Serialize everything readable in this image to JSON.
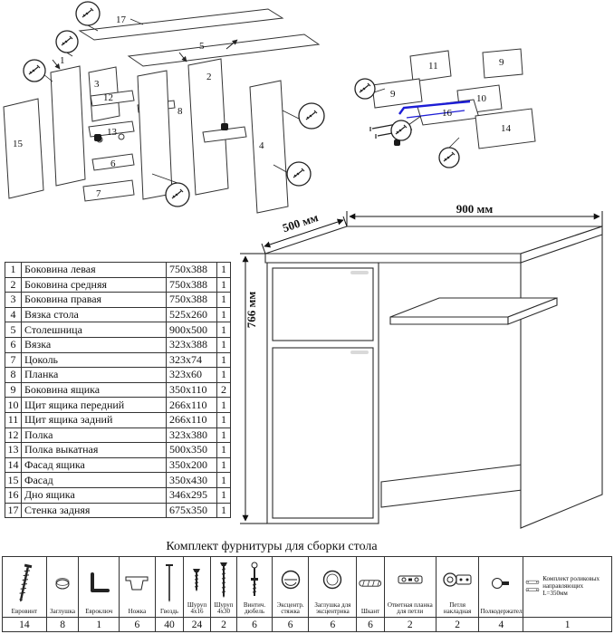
{
  "parts_table": {
    "rows": [
      {
        "num": "1",
        "name": "Боковина левая",
        "size": "750x388",
        "qty": "1"
      },
      {
        "num": "2",
        "name": "Боковина средняя",
        "size": "750x388",
        "qty": "1"
      },
      {
        "num": "3",
        "name": "Боковина правая",
        "size": "750x388",
        "qty": "1"
      },
      {
        "num": "4",
        "name": "Вязка стола",
        "size": "525x260",
        "qty": "1"
      },
      {
        "num": "5",
        "name": "Столешница",
        "size": "900x500",
        "qty": "1"
      },
      {
        "num": "6",
        "name": "Вязка",
        "size": "323x388",
        "qty": "1"
      },
      {
        "num": "7",
        "name": "Цоколь",
        "size": "323x74",
        "qty": "1"
      },
      {
        "num": "8",
        "name": "Планка",
        "size": "323x60",
        "qty": "1"
      },
      {
        "num": "9",
        "name": "Боковина ящика",
        "size": "350x110",
        "qty": "2"
      },
      {
        "num": "10",
        "name": "Щит ящика передний",
        "size": "266x110",
        "qty": "1"
      },
      {
        "num": "11",
        "name": "Щит ящика задний",
        "size": "266x110",
        "qty": "1"
      },
      {
        "num": "12",
        "name": "Полка",
        "size": "323x380",
        "qty": "1"
      },
      {
        "num": "13",
        "name": "Полка выкатная",
        "size": "500x350",
        "qty": "1"
      },
      {
        "num": "14",
        "name": "Фасад ящика",
        "size": "350x200",
        "qty": "1"
      },
      {
        "num": "15",
        "name": "Фасад",
        "size": "350x430",
        "qty": "1"
      },
      {
        "num": "16",
        "name": "Дно ящика",
        "size": "346x295",
        "qty": "1"
      },
      {
        "num": "17",
        "name": "Стенка задняя",
        "size": "675x350",
        "qty": "1"
      }
    ]
  },
  "dimensions": {
    "width": "900 мм",
    "depth": "500 мм",
    "height": "766 мм"
  },
  "diagrams": {
    "left_labels": [
      "17",
      "5",
      "15",
      "1",
      "3",
      "12",
      "8",
      "13",
      "6",
      "7",
      "2",
      "4"
    ],
    "right_labels": [
      "11",
      "9",
      "9",
      "10",
      "16",
      "14"
    ]
  },
  "hardware": {
    "title": "Комплект фурнитуры для сборки стола",
    "items": [
      {
        "name": "Евровинт",
        "qty": "14",
        "icon": "euro-screw-icon"
      },
      {
        "name": "Заглушка",
        "qty": "8",
        "icon": "plug-cap-icon"
      },
      {
        "name": "Евроключ",
        "qty": "1",
        "icon": "allen-key-icon"
      },
      {
        "name": "Ножка",
        "qty": "6",
        "icon": "leg-icon"
      },
      {
        "name": "Гвоздь",
        "qty": "40",
        "icon": "nail-icon"
      },
      {
        "name": "Шуруп 4x16",
        "qty": "24",
        "icon": "screw-short-icon"
      },
      {
        "name": "Шуруп 4x30",
        "qty": "2",
        "icon": "screw-long-icon"
      },
      {
        "name": "Винтич. дюбель",
        "qty": "6",
        "icon": "bolt-dowel-icon"
      },
      {
        "name": "Эксцентр. стяжка",
        "qty": "6",
        "icon": "cam-lock-icon"
      },
      {
        "name": "Заглушка для эксцентрика",
        "qty": "6",
        "icon": "cam-cap-icon"
      },
      {
        "name": "Шкант",
        "qty": "6",
        "icon": "wood-dowel-icon"
      },
      {
        "name": "Ответная планка для петли",
        "qty": "2",
        "icon": "hinge-plate-icon"
      },
      {
        "name": "Петля накладная",
        "qty": "2",
        "icon": "hinge-icon"
      },
      {
        "name": "Полкодержатель",
        "qty": "4",
        "icon": "shelf-pin-icon"
      },
      {
        "name": "Комплект роликовых направляющих L=350мм",
        "qty": "1",
        "icon": "roller-rails-icon"
      }
    ]
  }
}
